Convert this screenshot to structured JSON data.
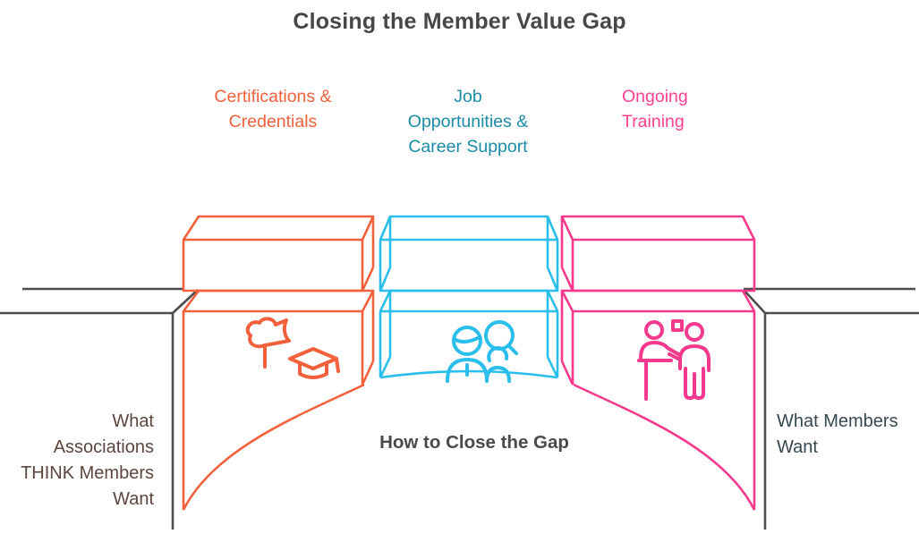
{
  "title": "Closing the Member Value Gap",
  "colors": {
    "orange": "#F2613C",
    "cyan": "#29BEEC",
    "cyan_text": "#1B8CA8",
    "pink": "#F5398C",
    "pink_text": "#FF4191",
    "gray": "#4D4D4D",
    "title_text": "#474747",
    "left_text": "#5C463F",
    "right_text": "#364850"
  },
  "columns": [
    {
      "label": "Certifications &\nCredentials",
      "icon": "certificate-graduation-cap-icon"
    },
    {
      "label": "Job\nOpportunities &\nCareer Support",
      "icon": "job-search-people-icon"
    },
    {
      "label": "Ongoing\nTraining",
      "icon": "training-presenter-icon"
    }
  ],
  "labels": {
    "left": "What\nAssociations\nTHINK Members\nWant",
    "right": "What Members\nWant",
    "center": "How to Close the Gap"
  }
}
